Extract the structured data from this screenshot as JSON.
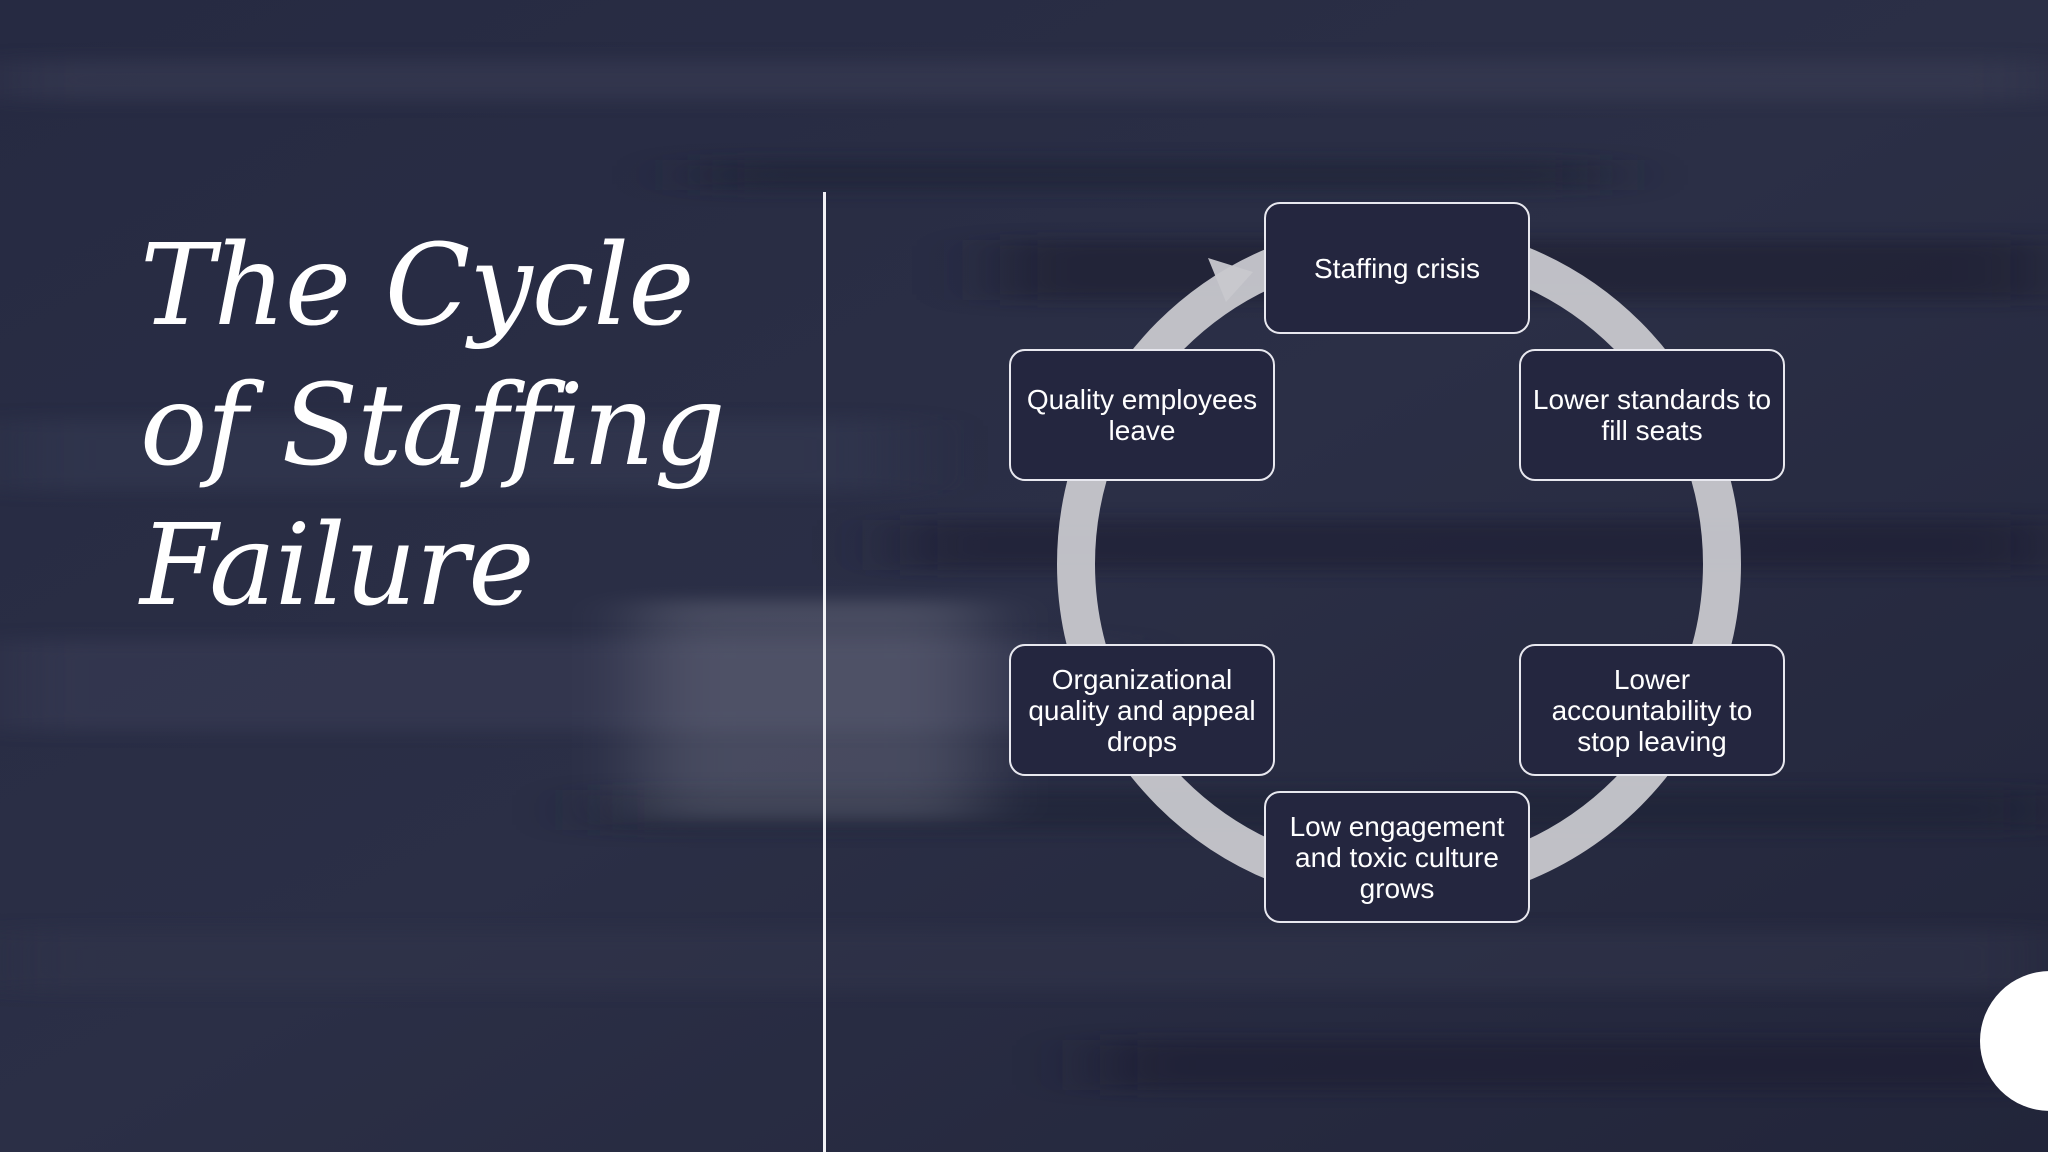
{
  "slide": {
    "title": "The Cycle of Staffing Failure"
  },
  "cycle": {
    "nodes": [
      "Staffing crisis",
      "Lower standards to fill seats",
      "Lower accountability to stop leaving",
      "Low engagement and toxic culture grows",
      "Organizational quality and appeal drops",
      "Quality employees leave"
    ]
  },
  "colors": {
    "background": "#262a40",
    "node_fill": "#24263f",
    "node_border": "#e8e8ef",
    "ring": "#c8c8cd",
    "text": "#ffffff"
  }
}
